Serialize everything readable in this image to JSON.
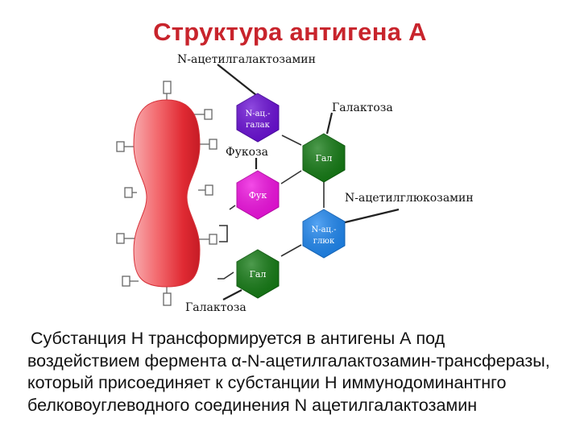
{
  "title": "Структура антигена А",
  "diagram": {
    "labels": {
      "n_acetylgalactosamine": "N-ацетилгалактозамин",
      "galactose_top": "Галактоза",
      "fucose": "Фукоза",
      "n_acetylglucosamine": "N-ацетилглюкозамин",
      "galactose_bottom": "Галактоза"
    },
    "nodes": {
      "n_acgal": {
        "line1": "N-ац.-",
        "line2": "галак",
        "color": "#6a0ed6"
      },
      "gal_top": {
        "line1": "Гал",
        "color": "#137a13"
      },
      "fuk": {
        "line1": "Фук",
        "color": "#f010e0"
      },
      "n_acgluk": {
        "line1": "N-ац.-",
        "line2": "глюк",
        "color": "#1d86f0"
      },
      "gal_bottom": {
        "line1": "Гал",
        "color": "#137a13"
      }
    },
    "protein_color": "#e8323c"
  },
  "caption": "Субстанция Н трансформируется в антигены А под воздействием фермента α-N-ацетилгалактозамин-трансферазы, который присоединяет к субстанции Н иммунодоминантнго белковоуглеводного соединения N ацетилгалактозамин"
}
